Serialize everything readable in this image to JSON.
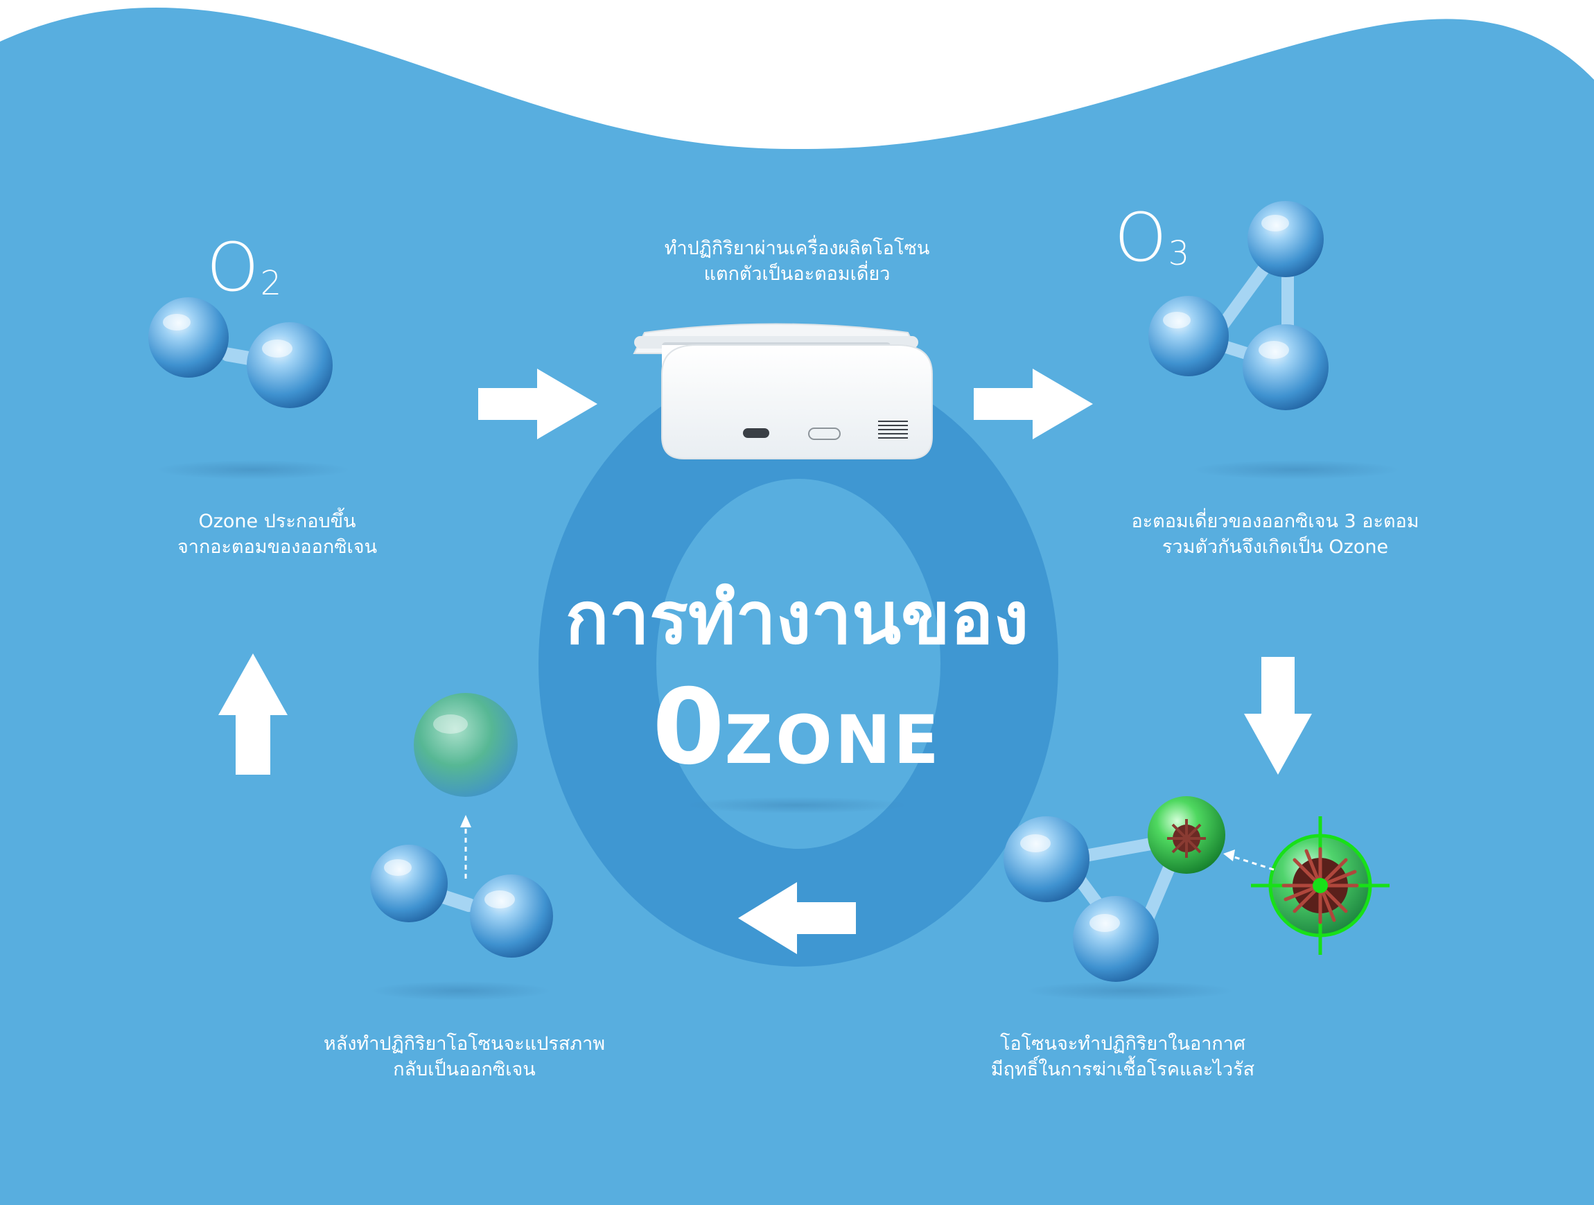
{
  "colors": {
    "background": "#58aedf",
    "wave": "#ffffff",
    "big_letter": "#3f97d2",
    "highlight_green": "#2ec84a",
    "target": "#18e018"
  },
  "title": {
    "line1": "การทำงานของ",
    "line2_first": "0",
    "line2_rest": "ZONE"
  },
  "molecules": {
    "o2": {
      "symbol": "O",
      "subscript": "2"
    },
    "o3": {
      "symbol": "O",
      "subscript": "3"
    }
  },
  "device_label": {
    "line1": "ทำปฏิกิริยาผ่านเครื่องผลิตโอโซน",
    "line2": "แตกตัวเป็นอะตอมเดี่ยว"
  },
  "step_o2": {
    "line1": "Ozone ประกอบขึ้น",
    "line2": "จากอะตอมของออกซิเจน"
  },
  "step_o3": {
    "line1": "อะตอมเดี่ยวของออกซิเจน 3 อะตอม",
    "line2": "รวมตัวกันจึงเกิดเป็น Ozone"
  },
  "step_kill": {
    "line1": "โอโซนจะทำปฏิกิริยาในอากาศ",
    "line2": "มีฤทธิ์ในการฆ่าเชื้อโรคและไวรัส"
  },
  "step_revert": {
    "line1": "หลังทำปฏิกิริยาโอโซนจะแปรสภาพ",
    "line2": "กลับเป็นออกซิเจน"
  },
  "icons": [
    "o2-molecule-icon",
    "ozone-generator-device-icon",
    "o3-molecule-icon",
    "virus-icon",
    "target-crosshair-icon",
    "arrow-right-icon",
    "arrow-down-icon",
    "arrow-left-icon",
    "arrow-up-icon"
  ]
}
